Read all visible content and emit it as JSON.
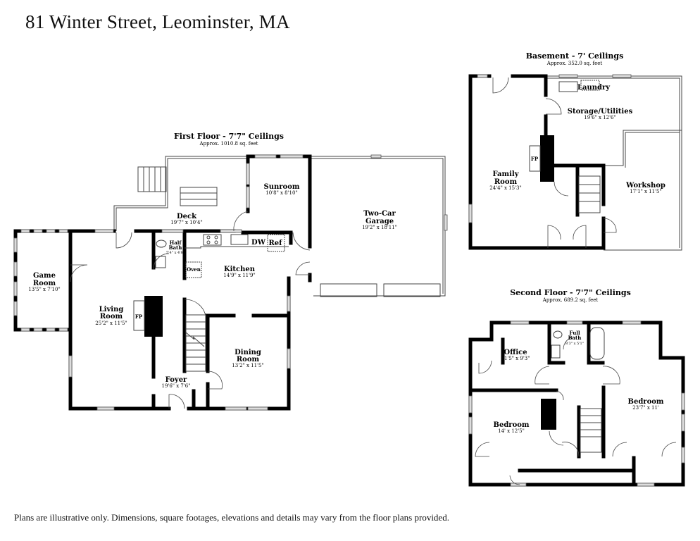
{
  "title": "81 Winter Street, Leominster, MA",
  "disclaimer": "Plans are illustrative only. Dimensions, square footages, elevations and details may vary from the floor plans provided.",
  "first_floor": {
    "heading": "First Floor - 7'7\" Ceilings",
    "area": "Approx. 1010.8 sq. feet",
    "rooms": {
      "deck": {
        "name": "Deck",
        "dim": "19'7\" x 10'4\""
      },
      "sunroom": {
        "name": "Sunroom",
        "dim": "10'8\" x 8'10\""
      },
      "garage_1": "Two-Car",
      "garage_2": "Garage",
      "garage_dim": "19'2\" x 18'11\"",
      "game_1": "Game",
      "game_2": "Room",
      "game_dim": "13'5\" x 7'10\"",
      "half_bath_1": "Half",
      "half_bath_2": "Bath",
      "half_bath_dim": "5'4\" x 4'8\"",
      "kitchen": {
        "name": "Kitchen",
        "dim": "14'9\" x 11'9\""
      },
      "living_1": "Living",
      "living_2": "Room",
      "living_dim": "25'2\" x 11'5\"",
      "dining_1": "Dining",
      "dining_2": "Room",
      "dining_dim": "13'2\" x 11'5\"",
      "foyer": {
        "name": "Foyer",
        "dim": "19'6\" x 7'6\""
      }
    },
    "fixtures": {
      "fp": "FP",
      "oven": "Oven",
      "dw": "DW",
      "ref": "Ref"
    }
  },
  "basement": {
    "heading": "Basement - 7' Ceilings",
    "area": "Approx. 352.0 sq. feet",
    "rooms": {
      "laundry": "Laundry",
      "storage": {
        "name": "Storage/Utilities",
        "dim": "19'6\" x 12'6\""
      },
      "family_1": "Family",
      "family_2": "Room",
      "family_dim": "24'4\" x 15'3\"",
      "workshop": {
        "name": "Workshop",
        "dim": "17'1\" x 11'5\""
      }
    },
    "fixtures": {
      "fp": "FP"
    }
  },
  "second_floor": {
    "heading": "Second Floor - 7'7\" Ceilings",
    "area": "Approx. 689.2 sq. feet",
    "rooms": {
      "office": {
        "name": "Office",
        "dim": "11'5\" x 9'3\""
      },
      "full_bath_1": "Full",
      "full_bath_2": "Bath",
      "full_bath_dim": "8'3\" x 5'1\"",
      "bedroom_left": {
        "name": "Bedroom",
        "dim": "14' x 12'5\""
      },
      "bedroom_right": {
        "name": "Bedroom",
        "dim": "23'7\" x 11'"
      }
    }
  }
}
